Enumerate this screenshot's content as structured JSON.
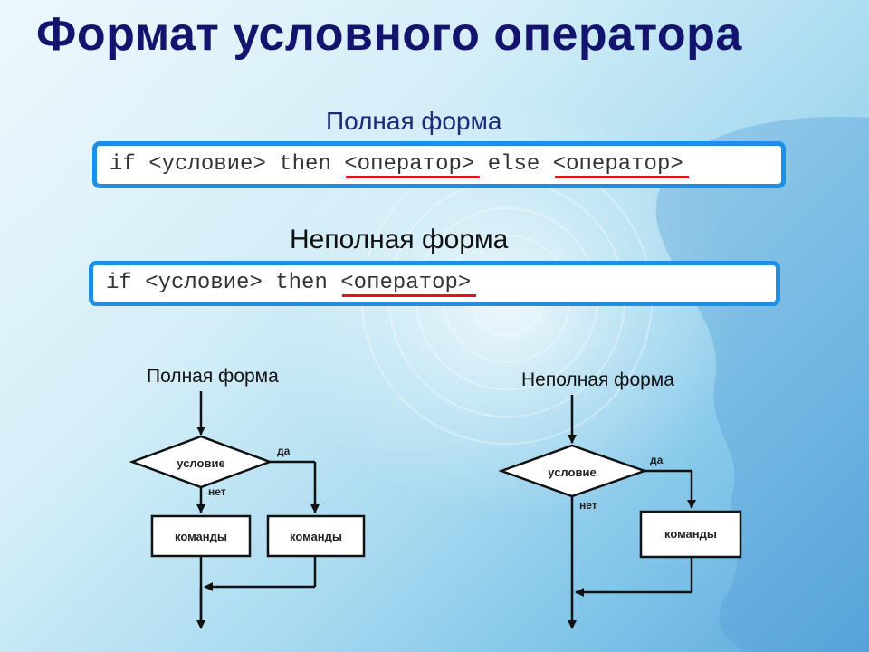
{
  "title": "Формат условного оператора",
  "full_form_label": "Полная форма",
  "full_form_code": {
    "keyword_if": "if",
    "condition": "<условие>",
    "keyword_then": "then",
    "operator1": "<оператор>",
    "keyword_else": "else",
    "operator2": "<оператор>"
  },
  "partial_form_label": "Неполная форма",
  "partial_form_code": {
    "keyword_if": "if",
    "condition": "<условие>",
    "keyword_then": "then",
    "operator": "<оператор>"
  },
  "flowchart_full": {
    "title": "Полная форма",
    "condition": "условие",
    "yes": "да",
    "no": "нет",
    "cmd_left": "команды",
    "cmd_right": "команды"
  },
  "flowchart_partial": {
    "title": "Неполная форма",
    "condition": "условие",
    "yes": "да",
    "no": "нет",
    "cmd": "команды"
  },
  "colors": {
    "title": "#14146e",
    "box_border": "#1e8fe8",
    "underline": "#e0141e"
  }
}
